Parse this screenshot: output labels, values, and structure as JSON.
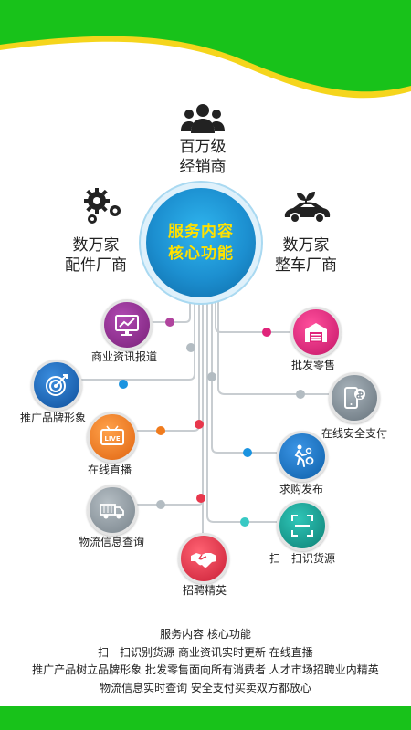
{
  "top_node": {
    "line1": "百万级",
    "line2": "经销商",
    "icon": "people-group-icon"
  },
  "left_node": {
    "line1": "数万家",
    "line2": "配件厂商",
    "icon": "gears-icon"
  },
  "right_node": {
    "line1": "数万家",
    "line2": "整车厂商",
    "icon": "eco-car-icon"
  },
  "hub": {
    "line1": "服务内容",
    "line2": "核心功能"
  },
  "features": [
    {
      "label": "商业资讯报道",
      "icon": "monitor-chart-icon",
      "color": "#8a2d8c"
    },
    {
      "label": "批发零售",
      "icon": "warehouse-icon",
      "color": "#e0247a"
    },
    {
      "label": "推广品牌形象",
      "icon": "target-icon",
      "color": "#1a63b8"
    },
    {
      "label": "在线安全支付",
      "icon": "phone-payment-icon",
      "color": "#7f8c96"
    },
    {
      "label": "在线直播",
      "icon": "live-tv-icon",
      "color": "#f07b1d"
    },
    {
      "label": "求购发布",
      "icon": "runner-gears-icon",
      "color": "#1577c8"
    },
    {
      "label": "物流信息查询",
      "icon": "truck-icon",
      "color": "#8f9aa3"
    },
    {
      "label": "扫一扫识货源",
      "icon": "scan-frame-icon",
      "color": "#17a79a"
    },
    {
      "label": "招聘精英",
      "icon": "handshake-icon",
      "color": "#e8374c"
    }
  ],
  "footer": {
    "line1": "服务内容  核心功能",
    "line2": "扫一扫识别货源  商业资讯实时更新  在线直播",
    "line3": "推广产品树立品牌形象  批发零售面向所有消费者  人才市场招聘业内精英",
    "line4": "物流信息实时查询  安全支付买卖双方都放心"
  },
  "colors": {
    "green": "#18c21a",
    "yellow": "#f5d51c",
    "line": "#c8cdd1",
    "dot_gray": "#b3bcc2"
  }
}
